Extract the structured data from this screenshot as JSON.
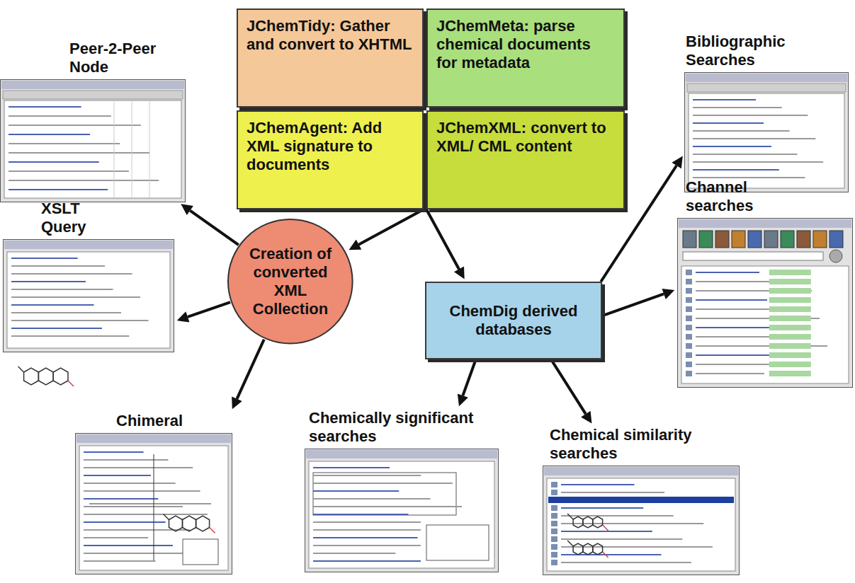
{
  "diagram": {
    "nodes": [
      {
        "text": [
          "Peer-2-Peer Node"
        ]
      },
      {
        "text": [
          "JChemTidy: Gather and convert to XHTML"
        ]
      },
      {
        "text": [
          "JChemMeta: parse chemical documents for metadata"
        ]
      },
      {
        "text": [
          "Bibliographic Searches"
        ]
      },
      {
        "text": [
          "JChemAgent: Add XML signature to documents"
        ]
      },
      {
        "text": [
          "JChemXML: convert to XML/ CML content"
        ]
      },
      {
        "text": [
          "Channel searches"
        ]
      },
      {
        "text": [
          "XSLT Query"
        ]
      },
      {
        "text": [
          "Creation of converted XML Collection"
        ]
      },
      {
        "text": [
          "ChemDig derived databases"
        ]
      },
      {
        "text": [
          "Chimeral"
        ]
      },
      {
        "text": [
          "Chemically significant searches"
        ]
      },
      {
        "text": [
          "Chemical similarity searches"
        ]
      }
    ],
    "edges": [
      {
        "from": 4,
        "to": 8,
        "arrow": "to"
      },
      {
        "from": 5,
        "to": 9,
        "arrow": "to"
      },
      {
        "from": 8,
        "to": 0,
        "arrow": "to"
      },
      {
        "from": 8,
        "to": 7,
        "arrow": "to"
      },
      {
        "from": 8,
        "to": 10,
        "arrow": "to"
      },
      {
        "from": 9,
        "to": 3,
        "arrow": "to"
      },
      {
        "from": 9,
        "to": 6,
        "arrow": "to"
      },
      {
        "from": 9,
        "to": 11,
        "arrow": "to"
      },
      {
        "from": 9,
        "to": 12,
        "arrow": "to"
      }
    ]
  }
}
